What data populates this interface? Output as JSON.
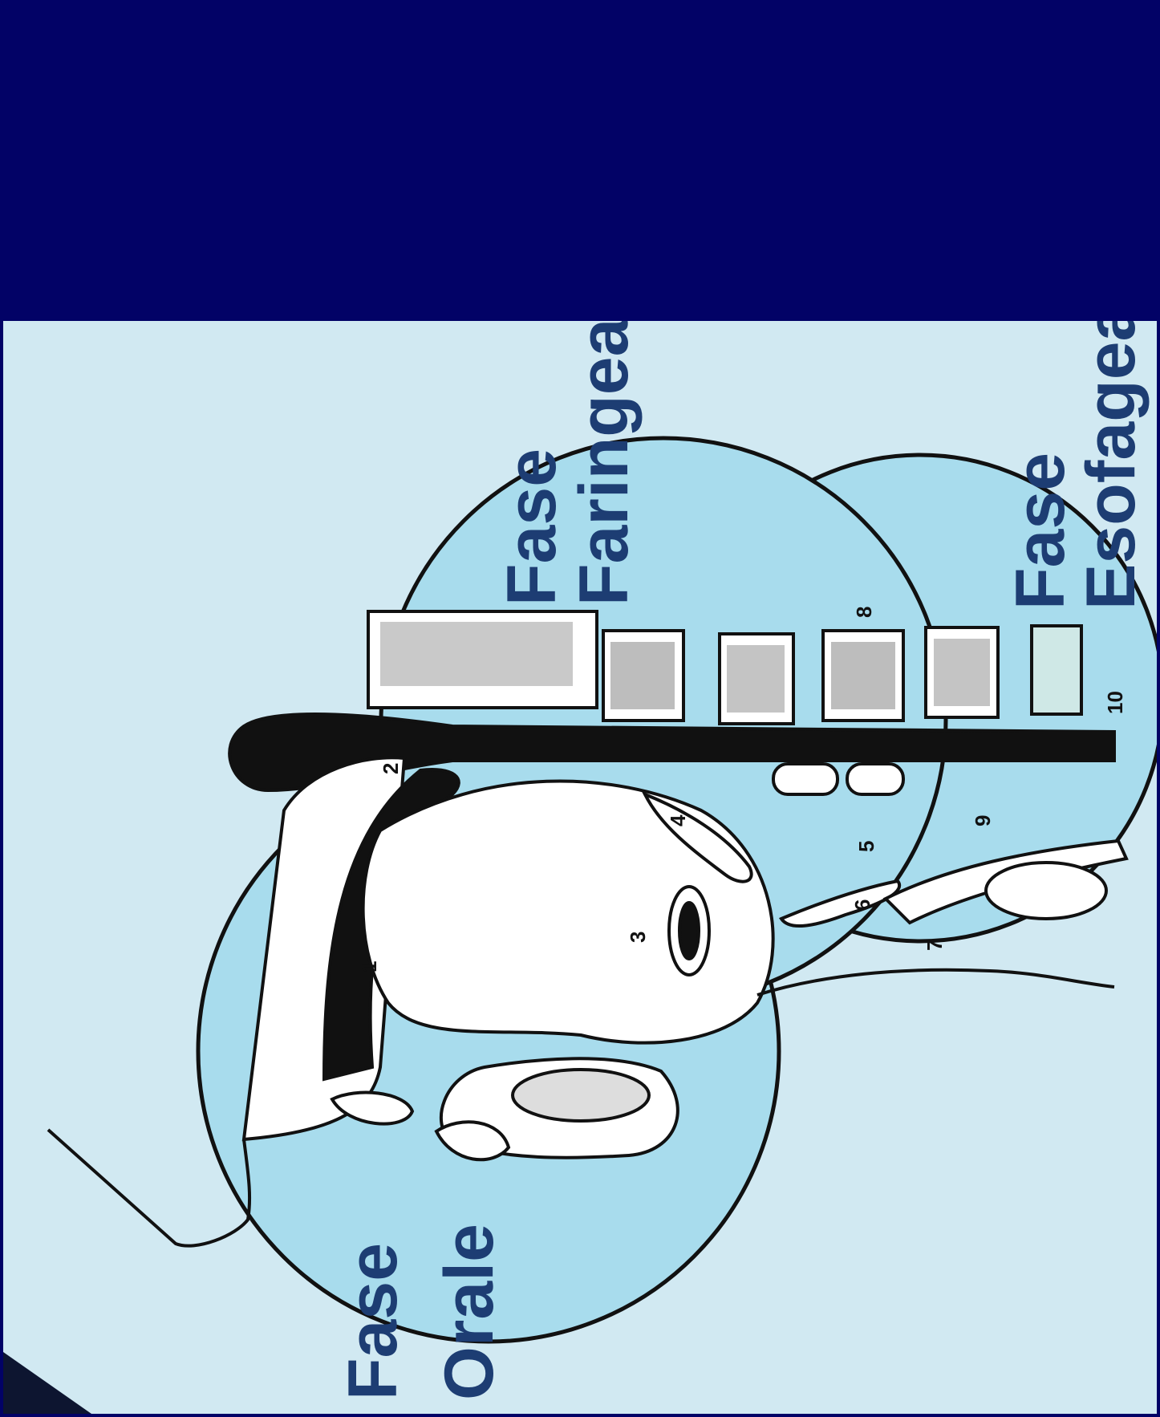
{
  "phases": {
    "oral": {
      "word1": "Fase",
      "word2": "Orale"
    },
    "pharyngeal": {
      "word1": "Fase",
      "word2": "Faringea"
    },
    "esophageal": {
      "word1": "Fase",
      "word2": "Esofagea"
    }
  },
  "numbers": {
    "n1": "1",
    "n2": "2",
    "n3": "3",
    "n4": "4",
    "n5": "5",
    "n6": "6",
    "n7": "7",
    "n8": "8",
    "n9": "9",
    "n10": "10"
  },
  "colors": {
    "banner": "#020266",
    "background": "#d1e9f2",
    "circle_fill": "#a8dced",
    "label": "#1d3d73"
  }
}
